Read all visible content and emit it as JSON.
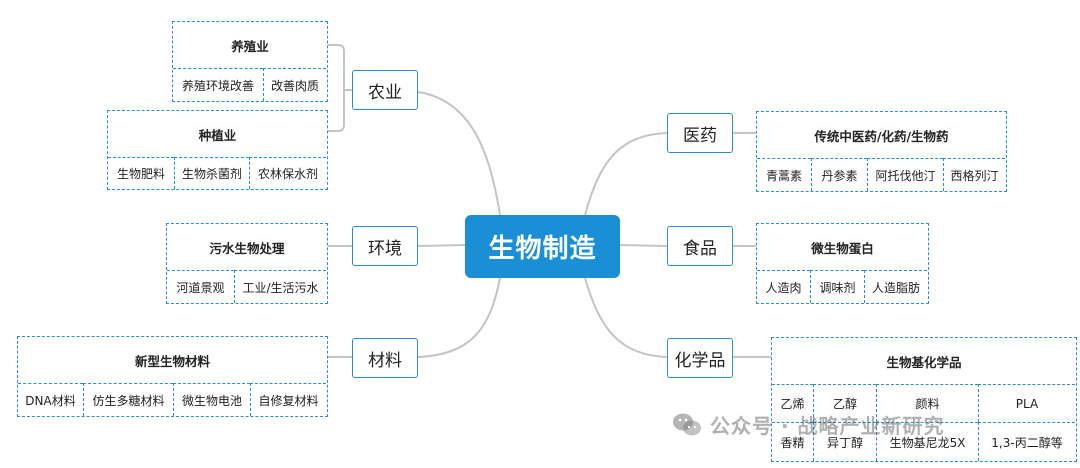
{
  "center": "生物制造",
  "categories": {
    "agriculture": "农业",
    "medicine": "医药",
    "environment": "环境",
    "food": "食品",
    "materials": "材料",
    "chemicals": "化学品"
  },
  "groups": {
    "aquaculture": {
      "title": "养殖业",
      "items": [
        "养殖环境改善",
        "改善肉质"
      ]
    },
    "planting": {
      "title": "种植业",
      "items": [
        "生物肥料",
        "生物杀菌剂",
        "农林保水剂"
      ]
    },
    "medicine": {
      "title": "传统中医药/化药/生物药",
      "items": [
        "青蒿素",
        "丹参素",
        "阿托伐他汀",
        "西格列汀"
      ]
    },
    "environment": {
      "title": "污水生物处理",
      "items": [
        "河道景观",
        "工业/生活污水"
      ]
    },
    "food": {
      "title": "微生物蛋白",
      "items": [
        "人造肉",
        "调味剂",
        "人造脂肪"
      ]
    },
    "materials": {
      "title": "新型生物材料",
      "items": [
        "DNA材料",
        "仿生多糖材料",
        "微生物电池",
        "自修复材料"
      ]
    },
    "chemicals": {
      "title": "生物基化学品",
      "row1": [
        "乙烯",
        "乙醇",
        "颜料",
        "PLA"
      ],
      "row2": [
        "香精",
        "异丁醇",
        "生物基尼龙5X",
        "1,3-丙二醇等"
      ]
    }
  },
  "watermark": "公众号 · 战略产业新研究",
  "colors": {
    "accent": "#1a8fd6",
    "border": "#2c8fc7",
    "line": "#bdbdbd"
  }
}
